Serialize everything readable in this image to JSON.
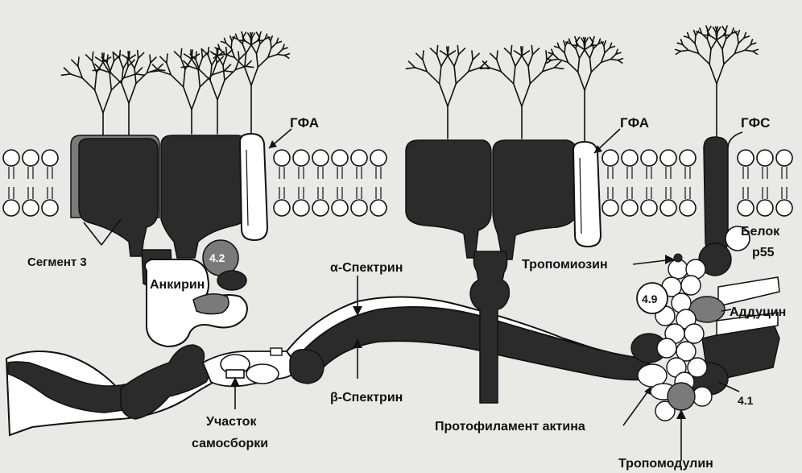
{
  "labels": {
    "gfa_left": "ГФА",
    "gfa_right": "ГФА",
    "gfs": "ГФС",
    "segment3": "Сегмент 3",
    "band42": "4.2",
    "ankyrin": "Анкирин",
    "alpha_spectrin": "α-Спектрин",
    "beta_spectrin": "β-Спектрин",
    "self_assembly_line1": "Участок",
    "self_assembly_line2": "самосборки",
    "tropomyosin": "Тропомиозин",
    "protein_p55_line1": "Белок",
    "protein_p55_line2": "р55",
    "band49": "4.9",
    "adducin": "Аддуцин",
    "band41": "4.1",
    "actin_protofilament": "Протофиламент актина",
    "tropomodulin": "Тропомодулин"
  },
  "colors": {
    "background": "#e9e9e6",
    "protein_dark": "#2b2b2b",
    "protein_gray": "#7a7a7a",
    "outline": "#111111",
    "fill_white": "#ffffff"
  }
}
